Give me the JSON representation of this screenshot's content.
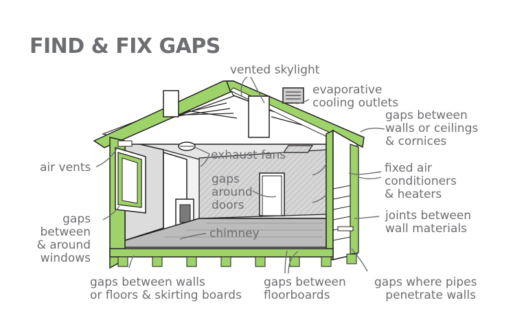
{
  "title": "FIND & FIX GAPS",
  "labels": {
    "vented_skylight": [
      "vented skylight"
    ],
    "evaporative_cooling": [
      "evaporative",
      "cooling outlets"
    ],
    "gaps_walls_ceilings": [
      "gaps between",
      "walls or ceilings",
      "& cornices"
    ],
    "exhaust_fans": [
      "exhaust fans"
    ],
    "air_vents": [
      "air vents"
    ],
    "fixed_air_conditioners": [
      "fixed air",
      "conditioners",
      "& heaters"
    ],
    "gaps_around_doors": [
      "gaps",
      "around",
      "doors"
    ],
    "joints_wall_materials": [
      "joints between",
      "wall materials"
    ],
    "gaps_around_windows": [
      "gaps",
      "between",
      "& around",
      "windows"
    ],
    "chimney": [
      "chimney"
    ],
    "gaps_skirting": [
      "gaps between walls",
      "or floors & skirting boards"
    ],
    "gaps_floorboards": [
      "gaps between",
      "floorboards"
    ],
    "gaps_pipes": [
      "gaps where pipes",
      "penetrate walls"
    ]
  },
  "colors": {
    "green": "#9ed36a",
    "outline": "#231f20",
    "text": "#6d6e71",
    "wall_grey": "#d9d9d9",
    "floor_grey": "#bcbcbc"
  }
}
